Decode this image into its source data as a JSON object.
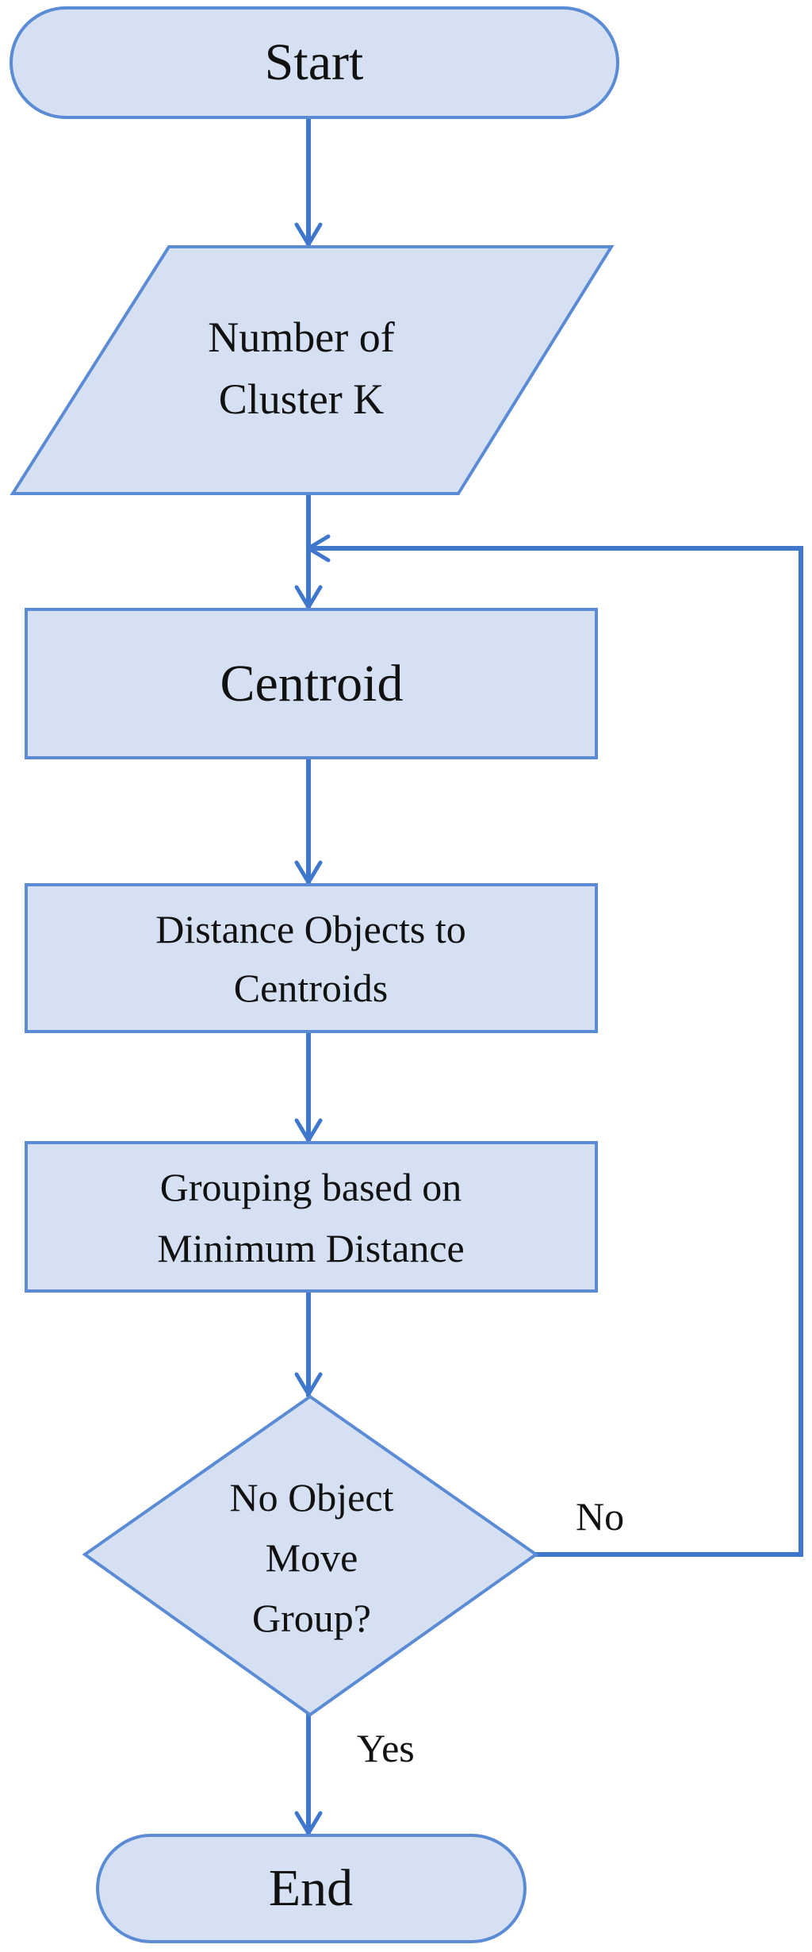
{
  "nodes": {
    "start": {
      "label": "Start"
    },
    "input": {
      "line1": "Number of",
      "line2": "Cluster K"
    },
    "centroid": {
      "label": "Centroid"
    },
    "distance": {
      "line1": "Distance Objects to",
      "line2": "Centroids"
    },
    "grouping": {
      "line1": "Grouping based on",
      "line2": "Minimum Distance"
    },
    "decision": {
      "line1": "No Object",
      "line2": "Move",
      "line3": "Group?"
    },
    "end": {
      "label": "End"
    }
  },
  "edges": {
    "no_label": "No",
    "yes_label": "Yes"
  },
  "colors": {
    "fill": "#d5e0f3",
    "border": "#5b8bd4",
    "connector": "#3f77cc"
  }
}
